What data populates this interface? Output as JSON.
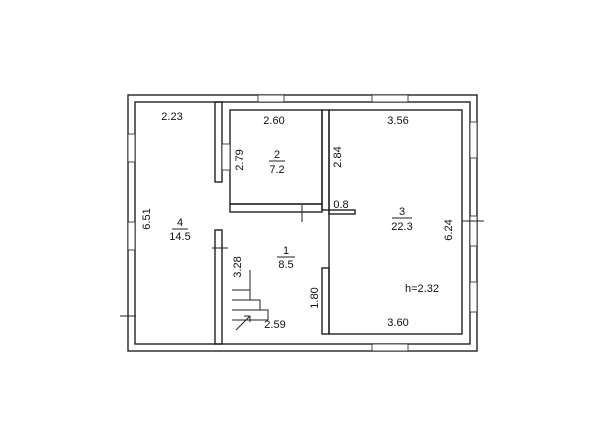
{
  "plan": {
    "rooms": [
      {
        "id": "room-1",
        "number": "1",
        "area": "8.5"
      },
      {
        "id": "room-2",
        "number": "2",
        "area": "7.2"
      },
      {
        "id": "room-3",
        "number": "3",
        "area": "22.3"
      },
      {
        "id": "room-4",
        "number": "4",
        "area": "14.5"
      }
    ],
    "dimensions": {
      "r4_width": "2.23",
      "r4_length": "6.51",
      "r2_width": "2.60",
      "r2_depth": "2.79",
      "r3_top": "3.56",
      "r3_upper_side": "2.84",
      "r3_right": "6.24",
      "r3_bottom": "3.60",
      "step_0_8": "0.8",
      "r1_side": "3.28",
      "r1_bottom": "2.59",
      "partition": "1.80"
    },
    "height_label": "h=2.32"
  }
}
